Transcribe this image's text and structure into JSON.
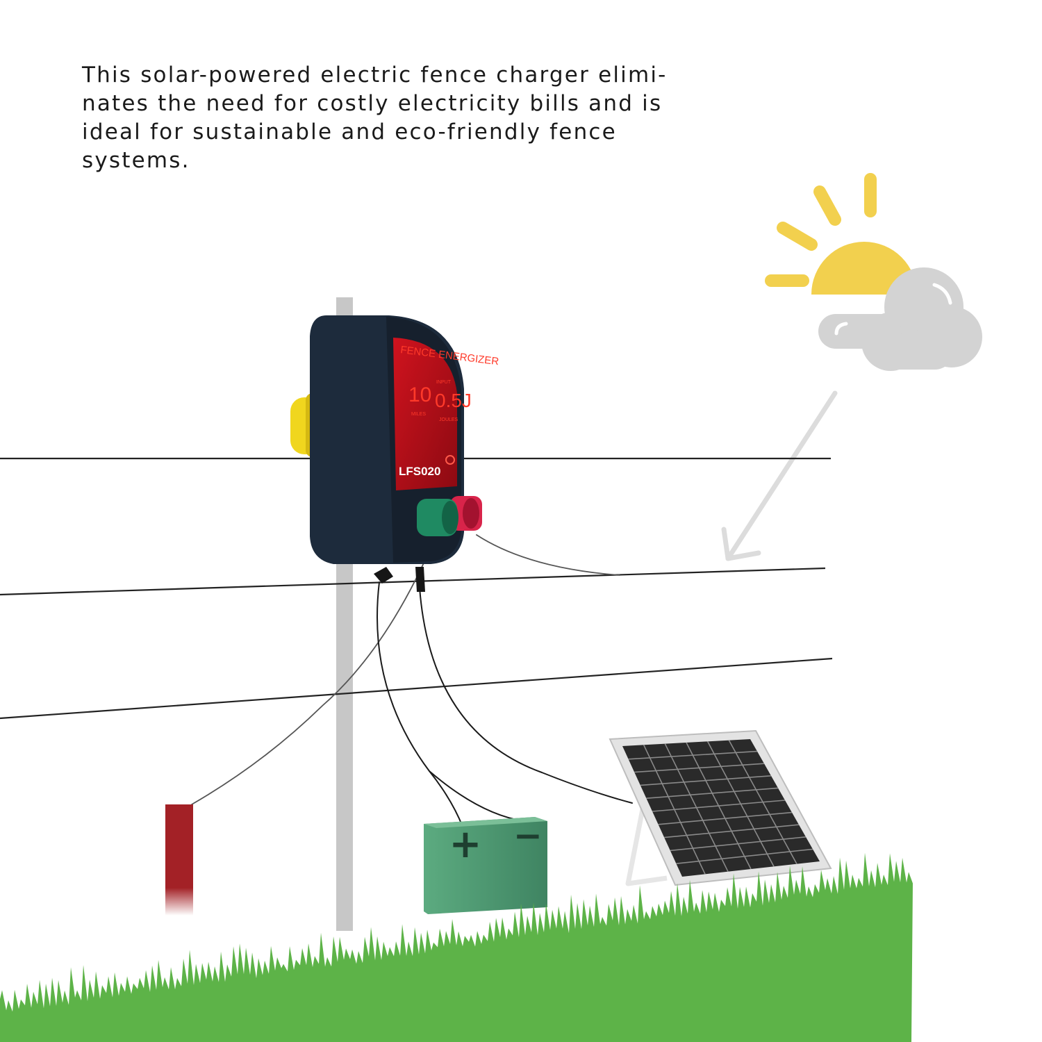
{
  "caption": {
    "lines": [
      "This solar-powered electric fence charger elimi-",
      "nates the need for costly electricity bills and is",
      "ideal for sustainable and eco-friendly fence",
      "systems."
    ]
  },
  "energizer": {
    "heading": "FENCE ENERGIZER",
    "range_value": "10",
    "range_unit": "MILES",
    "input_label": "INPUT",
    "output_value": "0.5J",
    "output_unit": "JOULES",
    "model": "LFS020"
  },
  "battery": {
    "positive_symbol": "+",
    "negative_symbol": "−"
  },
  "colors": {
    "sun": "#f2d04e",
    "cloud": "#d3d3d3",
    "arrow": "#dcdcdc",
    "energizer_body": "#1d2b3c",
    "panel_face": "#c0111b",
    "ground_rod": "#a32126",
    "battery": "#4e9a72",
    "grass": "#5db348",
    "post": "#c7c7c7",
    "green_terminal": "#1f8a62",
    "red_terminal": "#d8244a",
    "yellow_knob": "#f0d61e"
  },
  "icons": {
    "sun": "sun-icon",
    "cloud": "cloud-icon",
    "arrow": "arrow-down-left-icon"
  }
}
